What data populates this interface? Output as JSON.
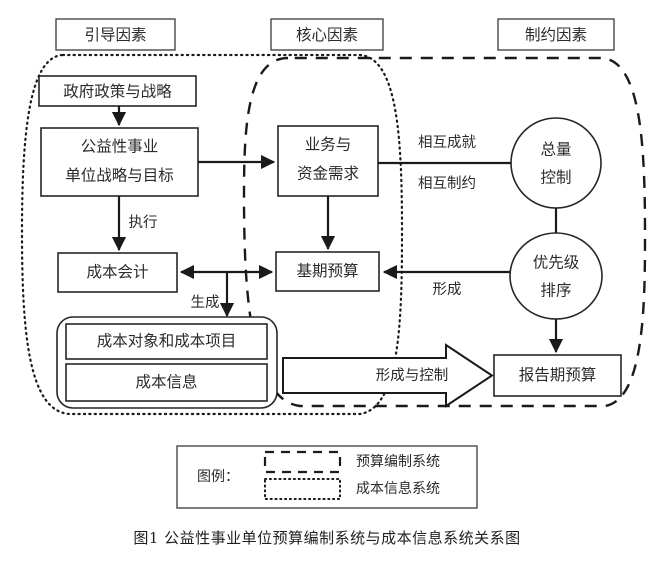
{
  "figure": {
    "caption": "图1  公益性事业单位预算编制系统与成本信息系统关系图",
    "caption_number": "图1",
    "caption_title": "公益性事业单位预算编制系统与成本信息系统关系图"
  },
  "column_headers": [
    {
      "id": "guiding",
      "label": "引导因素"
    },
    {
      "id": "core",
      "label": "核心因素"
    },
    {
      "id": "constraint",
      "label": "制约因素"
    }
  ],
  "nodes": [
    {
      "id": "gov-policy",
      "label": "政府政策与战略",
      "shape": "rect"
    },
    {
      "id": "public-unit-strategy",
      "label_line1": "公益性事业",
      "label_line2": "单位战略与目标",
      "shape": "rect"
    },
    {
      "id": "cost-accounting",
      "label": "成本会计",
      "shape": "rect"
    },
    {
      "id": "cost-object-item",
      "label": "成本对象和成本项目",
      "shape": "rect"
    },
    {
      "id": "cost-information",
      "label": "成本信息",
      "shape": "rect"
    },
    {
      "id": "business-fund-demand",
      "label_line1": "业务与",
      "label_line2": "资金需求",
      "shape": "rect"
    },
    {
      "id": "base-period-budget",
      "label": "基期预算",
      "shape": "rect"
    },
    {
      "id": "total-control",
      "label_line1": "总量",
      "label_line2": "控制",
      "shape": "circle"
    },
    {
      "id": "priority-order",
      "label_line1": "优先级",
      "label_line2": "排序",
      "shape": "circle"
    },
    {
      "id": "report-period-budget",
      "label": "报告期预算",
      "shape": "rect"
    }
  ],
  "edge_labels": [
    {
      "id": "execute",
      "label": "执行"
    },
    {
      "id": "generate",
      "label": "生成"
    },
    {
      "id": "mutual-achieve",
      "label": "相互成就"
    },
    {
      "id": "mutual-restrict",
      "label": "相互制约"
    },
    {
      "id": "form",
      "label": "形成"
    },
    {
      "id": "form-and-control",
      "label": "形成与控制"
    }
  ],
  "legend": {
    "title": "图例：",
    "items": [
      {
        "id": "budget-system",
        "style": "dashed",
        "label": "预算编制系统"
      },
      {
        "id": "cost-info-system",
        "style": "dotted",
        "label": "成本信息系统"
      }
    ]
  },
  "colors": {
    "line": "#1a1a1a",
    "box_stroke": "#262626",
    "background": "#ffffff",
    "text": "#2b2b2b"
  }
}
